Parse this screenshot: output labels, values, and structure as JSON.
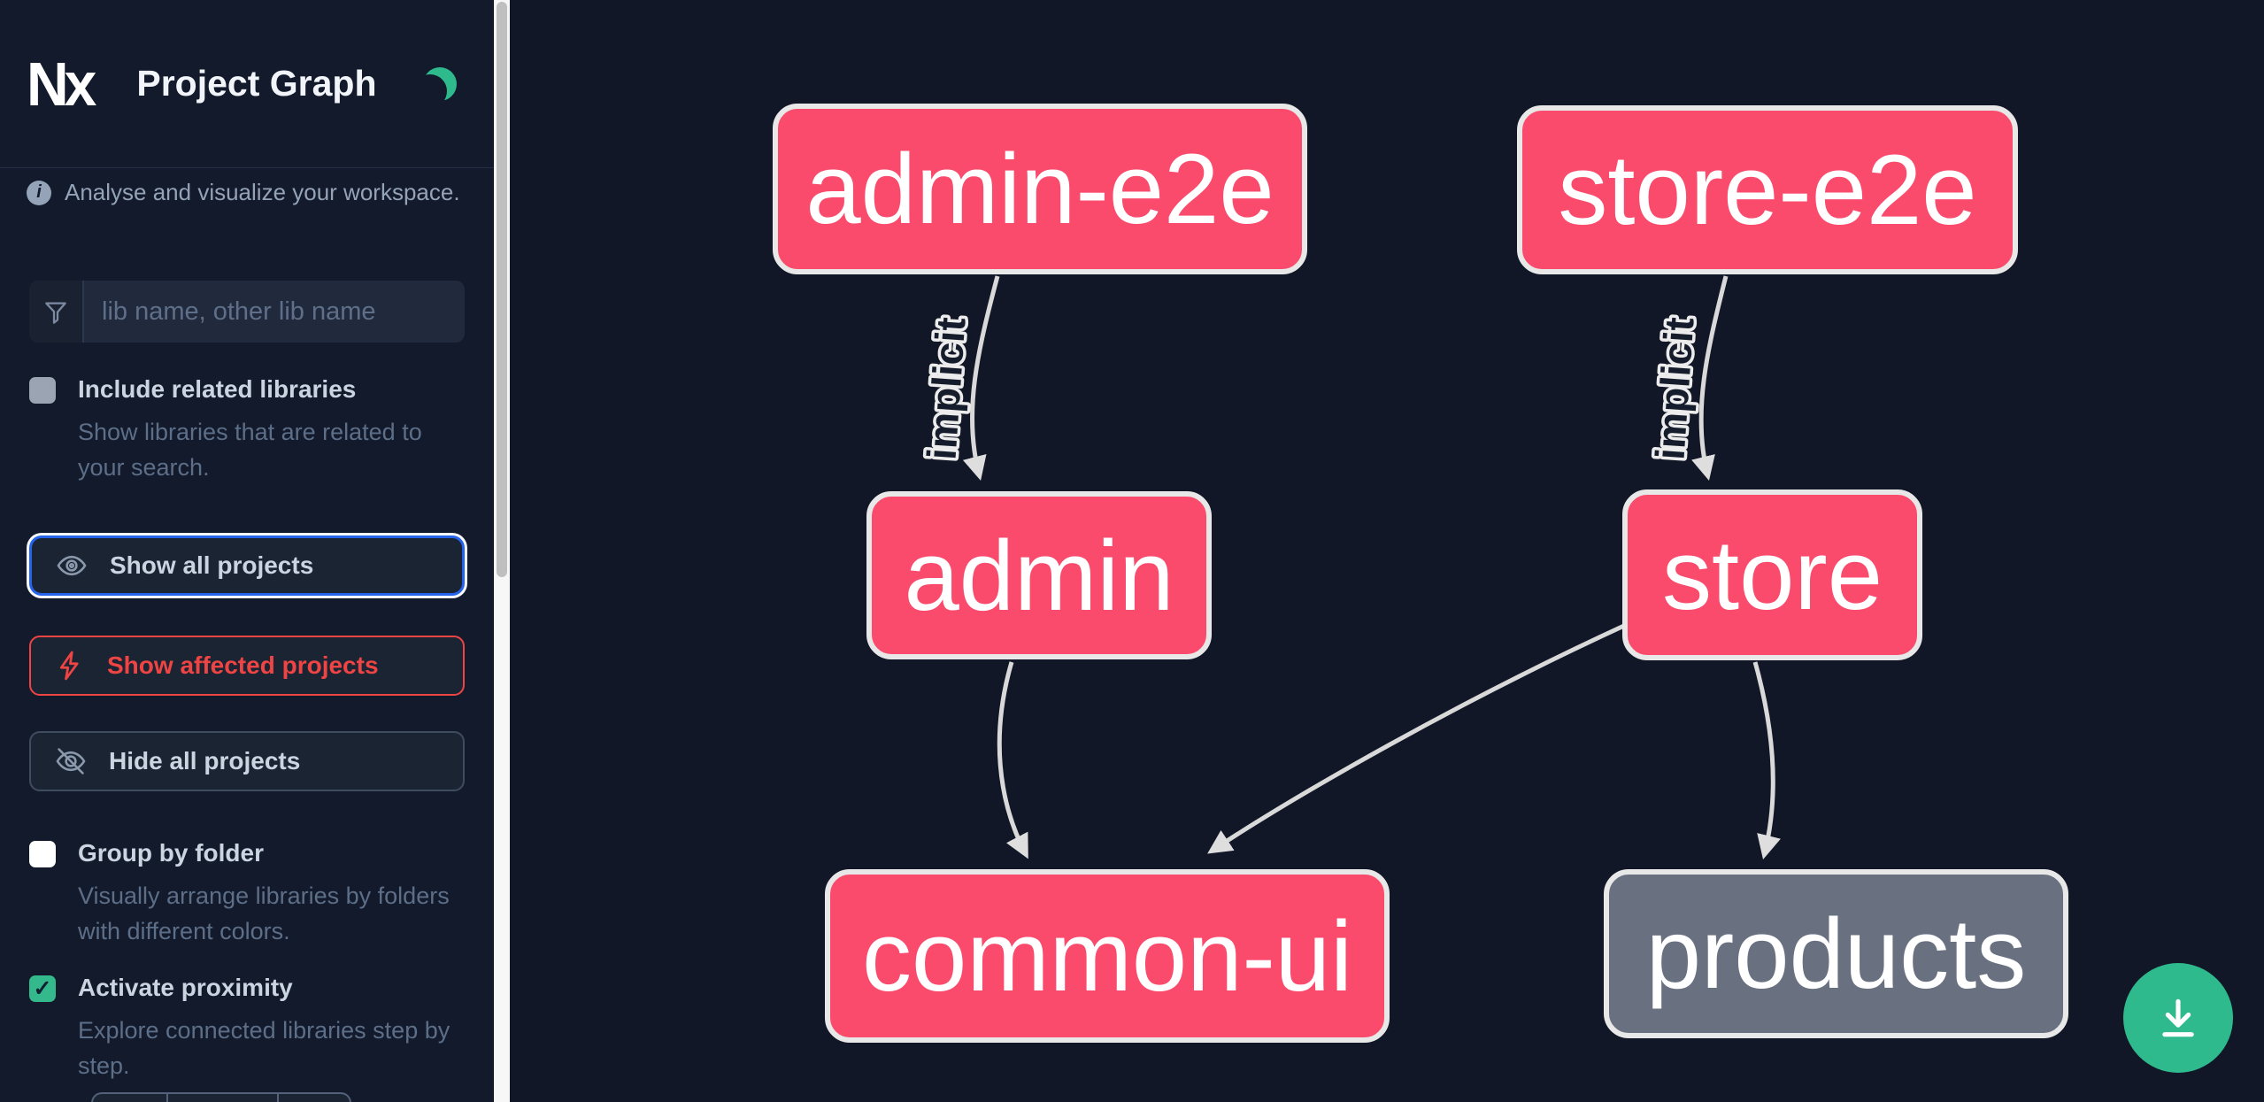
{
  "app": {
    "logo_text": "Nx",
    "title": "Project Graph",
    "theme_icon": "moon"
  },
  "sidebar": {
    "tagline": "Analyse and visualize your workspace.",
    "search": {
      "placeholder": "lib name, other lib name",
      "value": ""
    },
    "toggles": [
      {
        "label": "Include related libraries",
        "description": "Show libraries that are related to your search.",
        "checked": false
      },
      {
        "label": "Group by folder",
        "description": "Visually arrange libraries by folders with different colors.",
        "checked": false
      },
      {
        "label": "Activate proximity",
        "description": "Explore connected libraries step by step.",
        "checked": true
      }
    ],
    "buttons": [
      {
        "label": "Show all projects",
        "icon": "eye-icon",
        "state": "focused"
      },
      {
        "label": "Show affected projects",
        "icon": "bolt-icon",
        "state": "affected"
      },
      {
        "label": "Hide all projects",
        "icon": "eye-off-icon",
        "state": "default"
      }
    ]
  },
  "graph": {
    "nodes": [
      {
        "label": "admin-e2e",
        "kind": "highlighted"
      },
      {
        "label": "store-e2e",
        "kind": "highlighted"
      },
      {
        "label": "admin",
        "kind": "highlighted"
      },
      {
        "label": "store",
        "kind": "highlighted"
      },
      {
        "label": "common-ui",
        "kind": "highlighted"
      },
      {
        "label": "products",
        "kind": "plain"
      }
    ],
    "edges": [
      {
        "source": "admin-e2e",
        "target": "admin",
        "label": "implicit"
      },
      {
        "source": "store-e2e",
        "target": "store",
        "label": "implicit"
      },
      {
        "source": "admin",
        "target": "common-ui",
        "label": ""
      },
      {
        "source": "store",
        "target": "common-ui",
        "label": ""
      },
      {
        "source": "store",
        "target": "products",
        "label": ""
      }
    ]
  },
  "actions": {
    "download_icon": "download-icon"
  },
  "colors": {
    "node_highlight": "#fa4b6d",
    "node_plain": "#697181",
    "node_border": "#e8e8e8",
    "edge": "#d9d9d9",
    "accent_green": "#2eba8c",
    "focus_blue": "#2563eb",
    "affected_red": "#ef4444",
    "sidebar_bg": "#121a2b",
    "canvas_bg": "#111726"
  }
}
